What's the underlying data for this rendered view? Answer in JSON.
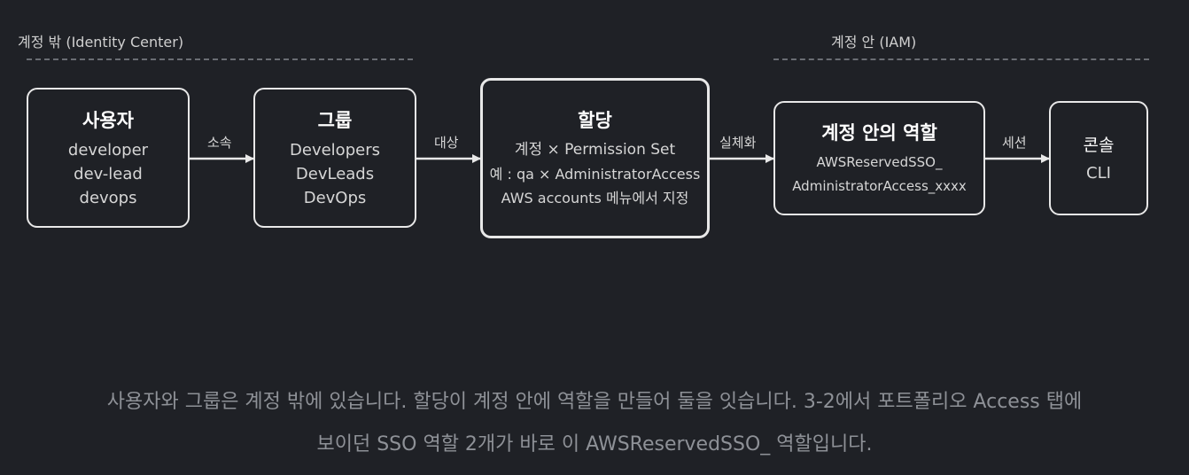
{
  "sections": {
    "outside_label": "계정 밖 (Identity Center)",
    "inside_label": "계정 안 (IAM)"
  },
  "nodes": {
    "users": {
      "title": "사용자",
      "lines": [
        "developer",
        "dev-lead",
        "devops"
      ]
    },
    "groups": {
      "title": "그룹",
      "lines": [
        "Developers",
        "DevLeads",
        "DevOps"
      ]
    },
    "assignment": {
      "title": "할당",
      "lines": [
        "계정 × Permission Set",
        "예 : qa × AdministratorAccess",
        "AWS accounts 메뉴에서 지정"
      ]
    },
    "role": {
      "title": "계정 안의 역할",
      "lines": [
        "AWSReservedSSO_",
        "AdministratorAccess_xxxx"
      ]
    },
    "console": {
      "title": "콘솔",
      "lines": [
        "CLI"
      ]
    }
  },
  "edges": {
    "users_groups": "소속",
    "groups_assignment": "대상",
    "assignment_role": "실체화",
    "role_console": "세션"
  },
  "caption": {
    "line1": "사용자와 그룹은 계정 밖에 있습니다. 할당이 계정 안에 역할을 만들어 둘을 잇습니다. 3-2에서 포트폴리오 Access 탭에",
    "line2": "보이던 SSO 역할 2개가 바로 이 AWSReservedSSO_ 역할입니다."
  },
  "colors": {
    "background": "#1f2126",
    "stroke": "#e8e8e8",
    "caption": "#8e9197"
  }
}
